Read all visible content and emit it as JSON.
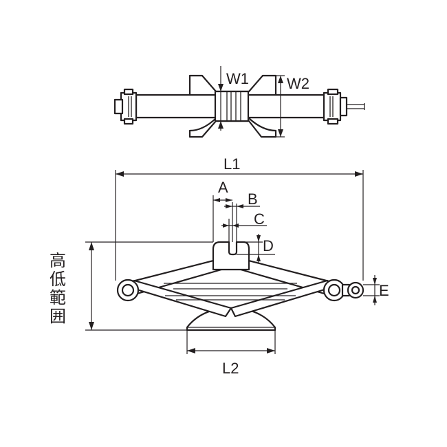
{
  "labels": {
    "w1": "W1",
    "w2": "W2",
    "l1": "L1",
    "l2": "L2",
    "a": "A",
    "b": "B",
    "c": "C",
    "d": "D",
    "e": "E",
    "height_range": [
      "高",
      "低",
      "範",
      "囲"
    ]
  }
}
